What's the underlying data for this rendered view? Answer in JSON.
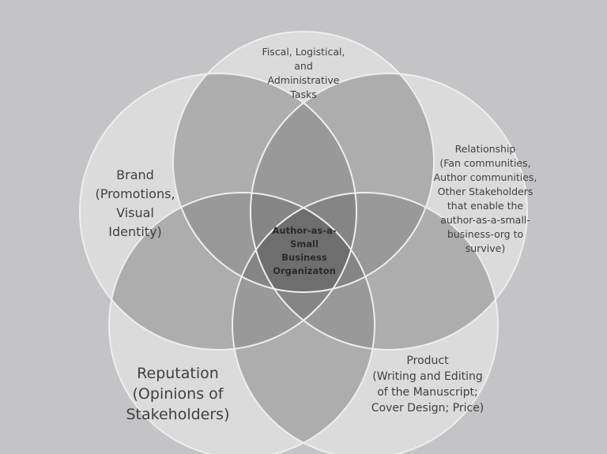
{
  "diagram": {
    "center_label": [
      "Author-as-a-",
      "Small",
      "Business",
      "Organizaton"
    ],
    "circles": [
      {
        "id": "fiscal",
        "label": [
          "Fiscal, Logistical,",
          "and",
          "Administrative",
          "Tasks"
        ]
      },
      {
        "id": "relationship",
        "label": [
          "Relationship",
          "(Fan communities,",
          "Author communities,",
          "Other Stakeholders",
          "that enable the",
          "author-as-a-small-",
          "business-org to",
          "survive)"
        ]
      },
      {
        "id": "product",
        "label": [
          "Product",
          "(Writing and Editing",
          "of the Manuscript;",
          "Cover Design; Price)"
        ]
      },
      {
        "id": "reputation",
        "label": [
          "Reputation",
          "(Opinions of",
          "Stakeholders)"
        ]
      },
      {
        "id": "brand",
        "label": [
          "Brand",
          "(Promotions,",
          "Visual",
          "Identity)"
        ]
      }
    ],
    "colors": {
      "background": "#c4c4c6",
      "fill_level_1": "#dbdbdb",
      "fill_level_2": "#adadad",
      "fill_level_3": "#999999",
      "fill_level_4": "#858585",
      "fill_level_5": "#6e6e6e",
      "stroke": "#eeeeee",
      "text": "#404040"
    }
  }
}
